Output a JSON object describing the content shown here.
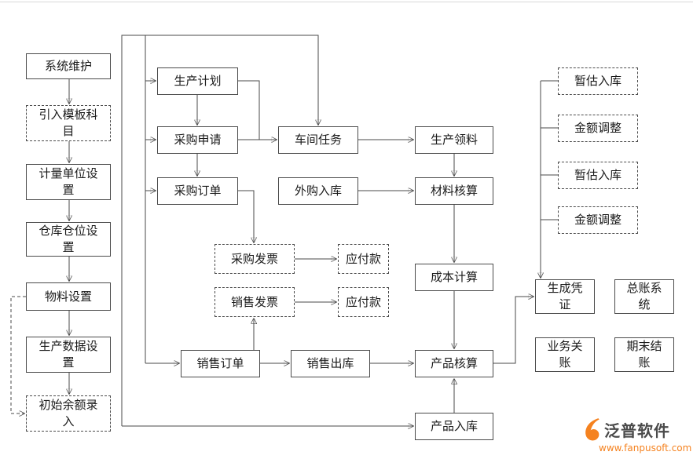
{
  "diagram": {
    "nodes": {
      "system_maintenance": "系统维护",
      "import_template_subjects": "引入模板科\n目",
      "unit_settings": "计量单位设\n置",
      "warehouse_settings": "仓库仓位设\n置",
      "material_settings": "物料设置",
      "production_data_settings": "生产数据设\n置",
      "initial_balance_entry": "初始余额录\n入",
      "production_plan": "生产计划",
      "purchase_request": "采购申请",
      "purchase_order": "采购订单",
      "workshop_task": "车间任务",
      "outsourced_receipt": "外购入库",
      "purchase_invoice": "采购发票",
      "payable_1": "应付款",
      "sales_invoice": "销售发票",
      "payable_2": "应付款",
      "sales_order": "销售订单",
      "sales_delivery": "销售出库",
      "production_requisition": "生产领料",
      "material_accounting": "材料核算",
      "cost_calculation": "成本计算",
      "product_accounting": "产品核算",
      "product_receipt": "产品入库",
      "estimated_receipt_1": "暂估入库",
      "amount_adjustment_1": "金额调整",
      "estimated_receipt_2": "暂估入库",
      "amount_adjustment_2": "金额调整",
      "generate_voucher": "生成凭\n证",
      "ledger_system": "总账系\n统",
      "business_closing": "业务关\n账",
      "period_end_closing": "期末结\n账"
    },
    "edges": [
      "系统维护 → 引入模板科目",
      "引入模板科目 → 计量单位设置",
      "计量单位设置 → 仓库仓位设置",
      "仓库仓位设置 → 物料设置",
      "物料设置 → 生产数据设置",
      "生产数据设置 → 初始余额录入",
      "物料设置 ⇢ 初始余额录入 (dashed)",
      "生产计划 → 采购申请",
      "采购申请 → 采购订单",
      "生产计划 → 车间任务",
      "采购申请 → 车间任务",
      "采购订单 → 采购发票",
      "采购发票 → 应付款",
      "销售订单 → 销售发票",
      "销售发票 → 应付款",
      "销售订单 → 销售出库",
      "销售出库 → 产品核算",
      "车间任务 → 生产领料",
      "外购入库 → 材料核算",
      "生产领料 → 材料核算",
      "材料核算 → 成本计算",
      "成本计算 → 产品核算",
      "产品入库 → 产品核算",
      "产品核算 → 生成凭证",
      "暂估入库/金额调整 → 生成凭证",
      "外围回路 → 车间任务 / 产品入库"
    ],
    "colors": {
      "line": "#4a4a4a",
      "box_border": "#4a4a4a",
      "text": "#1a1a1a",
      "logo_orange": "#f5821f"
    },
    "logo": {
      "brand": "泛普软件",
      "url": "www.fanpusoft.com"
    }
  }
}
